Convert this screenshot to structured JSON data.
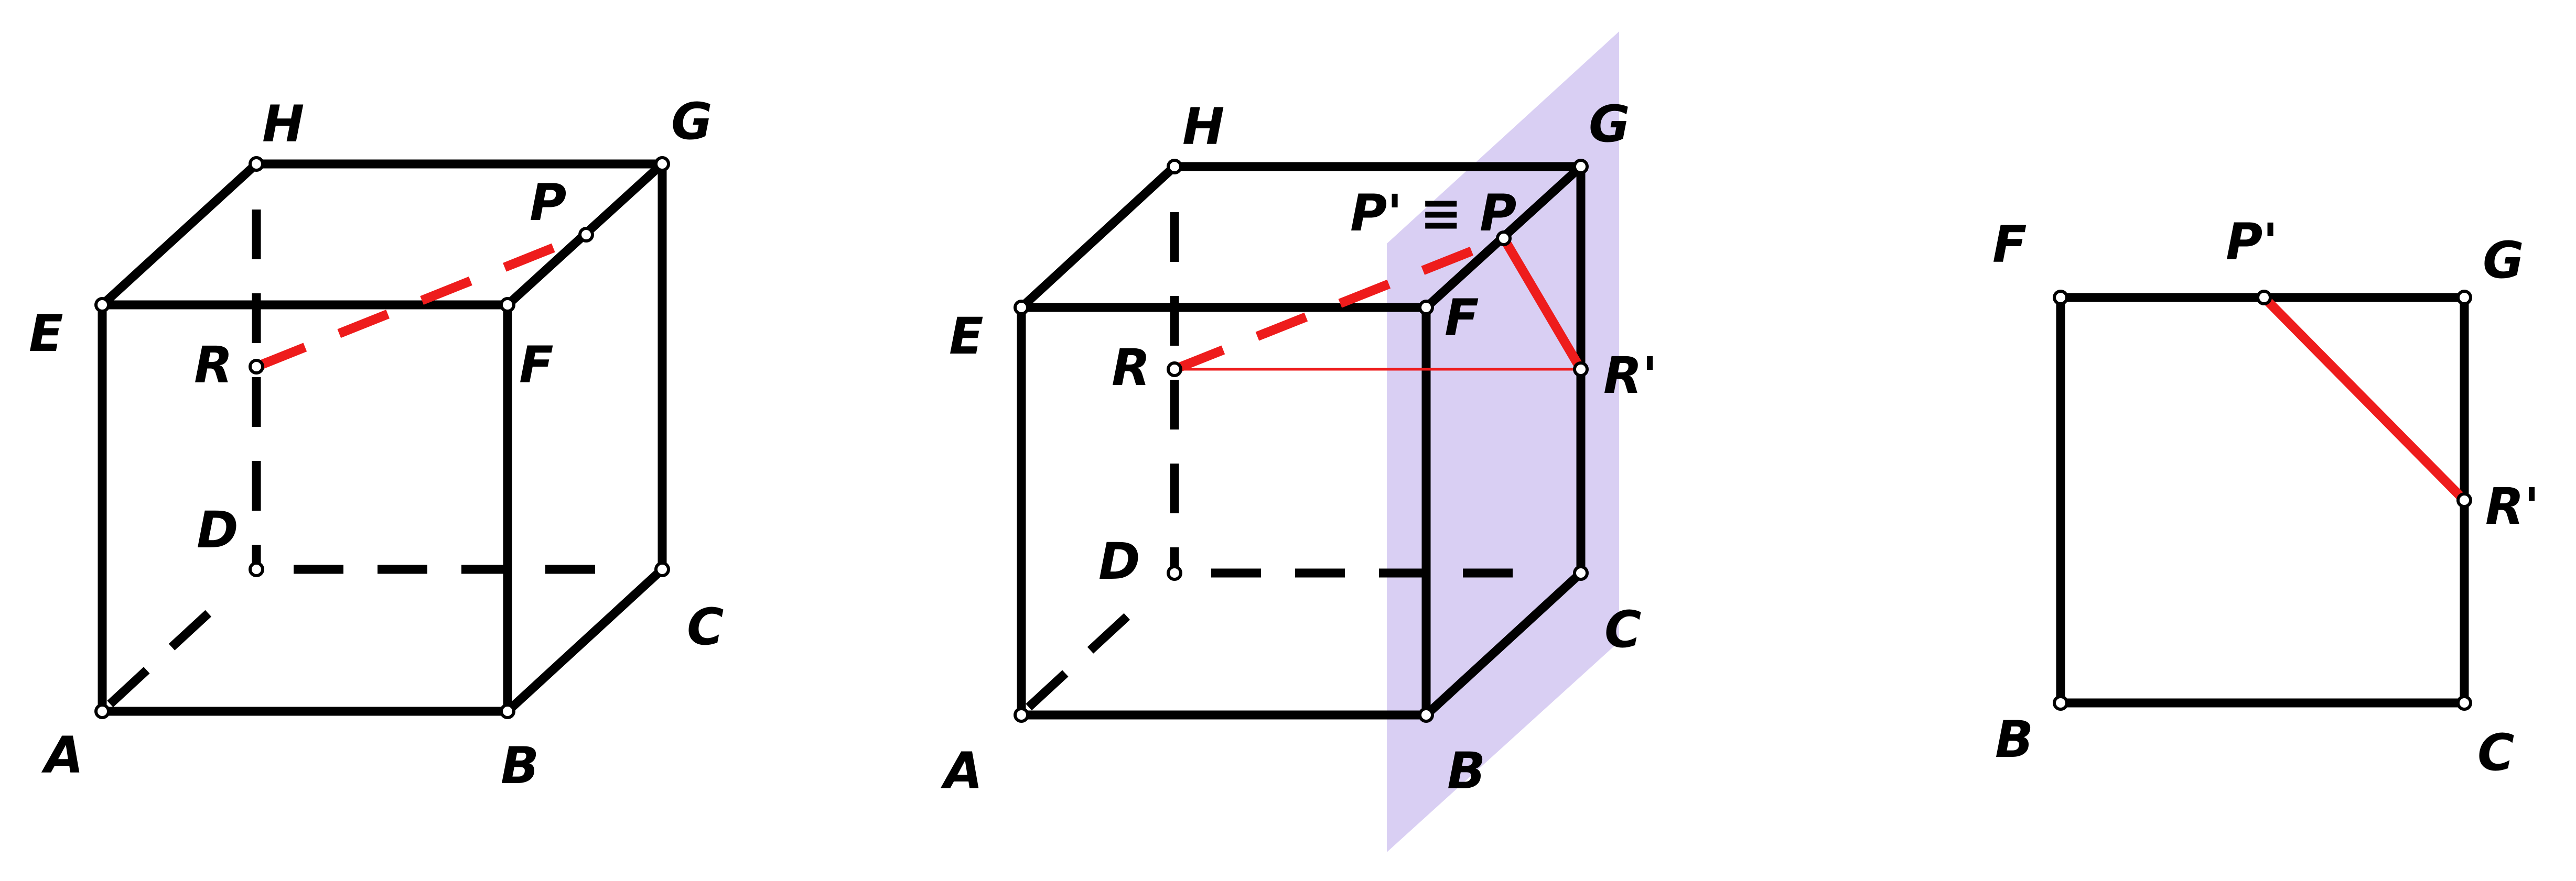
{
  "colors": {
    "edge": "#000000",
    "highlight": "#ee1c1c",
    "plane": "#d9cff3",
    "vertex_fill": "#ffffff"
  },
  "figures": [
    {
      "name": "cube-with-diagonal",
      "labels": {
        "H": "H",
        "G": "G",
        "P": "P",
        "E": "E",
        "F": "F",
        "R": "R",
        "D": "D",
        "C": "C",
        "A": "A",
        "B": "B"
      }
    },
    {
      "name": "cube-with-section-plane",
      "labels": {
        "H": "H",
        "G": "G",
        "PP": "P' ≡ P",
        "E": "E",
        "F": "F",
        "R": "R",
        "Rp": "R'",
        "D": "D",
        "C": "C",
        "A": "A",
        "B": "B"
      }
    },
    {
      "name": "face-bcgf",
      "labels": {
        "F": "F",
        "Pp": "P'",
        "G": "G",
        "Rp": "R'",
        "B": "B",
        "C": "C"
      }
    }
  ]
}
